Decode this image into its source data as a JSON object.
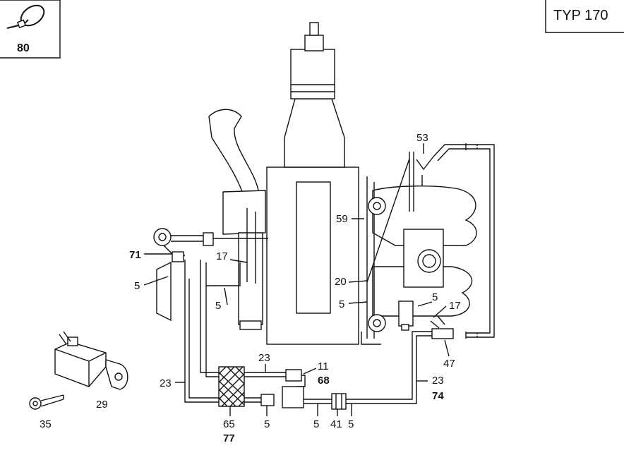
{
  "type_box": {
    "label": "TYP 170"
  },
  "ref_box": {
    "number": "80"
  },
  "callouts": {
    "c53": "53",
    "c59": "59",
    "c71": "71",
    "c17a": "17",
    "c5a": "5",
    "c5b": "5",
    "c20": "20",
    "c5c": "5",
    "c5d": "5",
    "c17b": "17",
    "c47": "47",
    "c23a": "23",
    "c11": "11",
    "c68": "68",
    "c23b": "23",
    "c23c": "23",
    "c74": "74",
    "c29": "29",
    "c35": "35",
    "c65": "65",
    "c77": "77",
    "c5e": "5",
    "c5f": "5",
    "c41": "41",
    "c5g": "5"
  }
}
